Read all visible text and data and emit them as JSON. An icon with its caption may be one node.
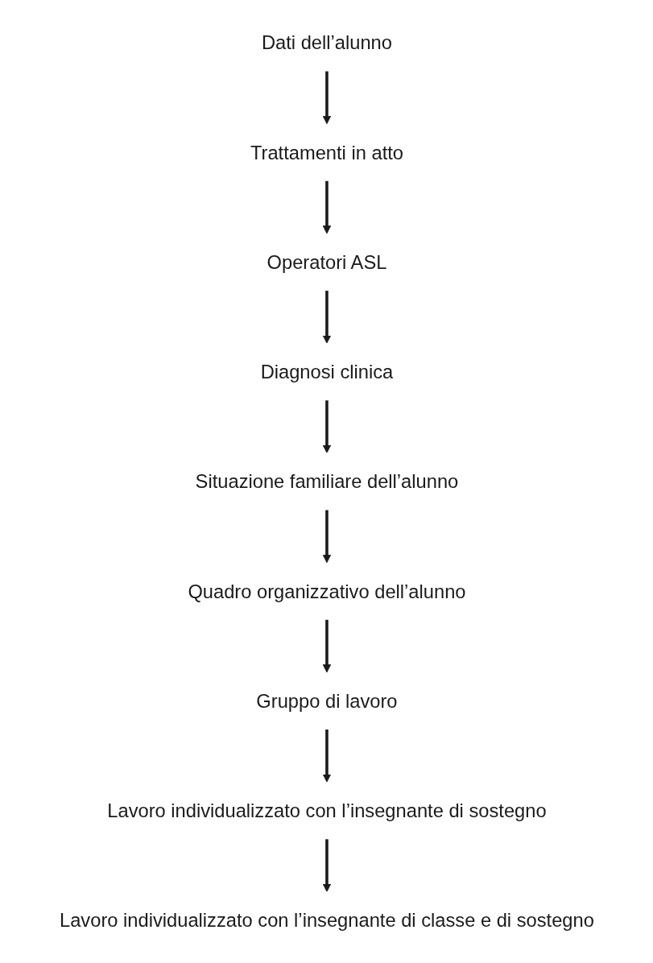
{
  "diagram": {
    "nodes": [
      {
        "text": [
          "Dati dell’alunno"
        ]
      },
      {
        "text": [
          "Trattamenti in atto"
        ]
      },
      {
        "text": [
          "Operatori ASL"
        ]
      },
      {
        "text": [
          "Diagnosi clinica"
        ]
      },
      {
        "text": [
          "Situazione familiare dell’alunno"
        ]
      },
      {
        "text": [
          "Quadro organizzativo dell’alunno"
        ]
      },
      {
        "text": [
          "Gruppo di lavoro"
        ]
      },
      {
        "text": [
          "Lavoro individualizzato con l’insegnante di sostegno"
        ]
      },
      {
        "text": [
          "Lavoro individualizzato con l’insegnante di classe e di sostegno"
        ]
      }
    ],
    "edges": [
      {
        "from": 0,
        "to": 1,
        "arrow": "to"
      },
      {
        "from": 1,
        "to": 2,
        "arrow": "to"
      },
      {
        "from": 2,
        "to": 3,
        "arrow": "to"
      },
      {
        "from": 3,
        "to": 4,
        "arrow": "to"
      },
      {
        "from": 4,
        "to": 5,
        "arrow": "to"
      },
      {
        "from": 5,
        "to": 6,
        "arrow": "to"
      },
      {
        "from": 6,
        "to": 7,
        "arrow": "to"
      },
      {
        "from": 7,
        "to": 8,
        "arrow": "to"
      }
    ]
  }
}
